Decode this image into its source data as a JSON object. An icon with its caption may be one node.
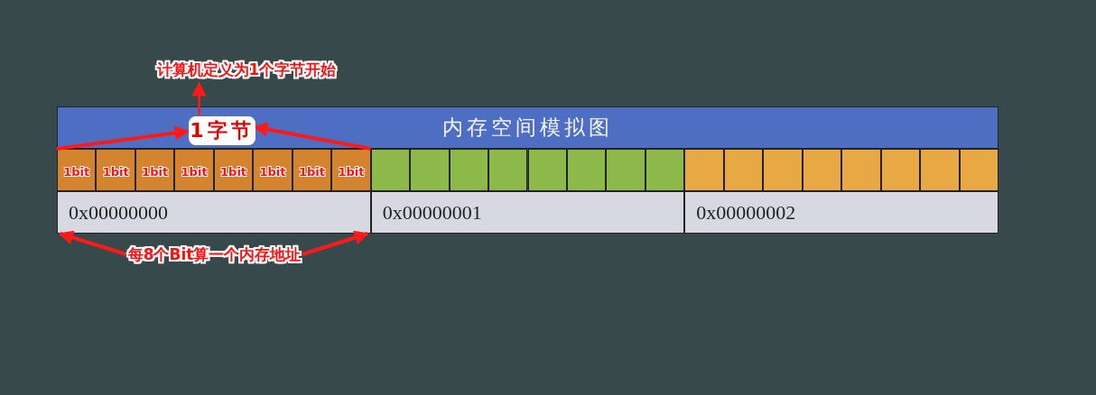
{
  "diagram": {
    "nodes": [
      {
        "text": [
          "内存空间模拟图"
        ]
      },
      {
        "text": [
          "1bit"
        ]
      },
      {
        "text": [
          "1bit"
        ]
      },
      {
        "text": [
          "1bit"
        ]
      },
      {
        "text": [
          "1bit"
        ]
      },
      {
        "text": [
          "1bit"
        ]
      },
      {
        "text": [
          "1bit"
        ]
      },
      {
        "text": [
          "1bit"
        ]
      },
      {
        "text": [
          "1bit"
        ]
      },
      {
        "text": [],
        "shape": "box"
      },
      {
        "text": [],
        "shape": "box"
      },
      {
        "text": [],
        "shape": "box"
      },
      {
        "text": [],
        "shape": "box"
      },
      {
        "text": [],
        "shape": "box"
      },
      {
        "text": [],
        "shape": "box"
      },
      {
        "text": [],
        "shape": "box"
      },
      {
        "text": [],
        "shape": "box"
      },
      {
        "text": [],
        "shape": "box"
      },
      {
        "text": [],
        "shape": "box"
      },
      {
        "text": [],
        "shape": "box"
      },
      {
        "text": [],
        "shape": "box"
      },
      {
        "text": [],
        "shape": "box"
      },
      {
        "text": [],
        "shape": "box"
      },
      {
        "text": [],
        "shape": "box"
      },
      {
        "text": [],
        "shape": "box"
      },
      {
        "text": [
          "0x00000000"
        ]
      },
      {
        "text": [
          "0x00000001"
        ]
      },
      {
        "text": [
          "0x00000002"
        ]
      },
      {
        "text": [
          "1字节"
        ],
        "in": 0
      },
      {
        "text": [
          "计算机定义为1个字节开始"
        ]
      },
      {
        "text": [
          "每8个Bit算一个内存地址"
        ]
      }
    ],
    "edges": [
      {
        "from": 1,
        "to": 28,
        "arrow": "to"
      },
      {
        "from": 8,
        "to": 28,
        "arrow": "to"
      },
      {
        "from": 28,
        "to": 29,
        "arrow": "to"
      },
      {
        "from": 30,
        "to": 25,
        "arrow": "to"
      },
      {
        "from": 30,
        "to": 25,
        "arrow": "to"
      }
    ]
  }
}
